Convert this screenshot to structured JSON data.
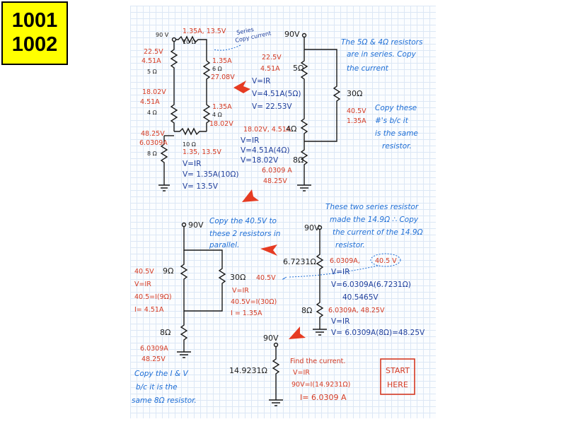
{
  "badge": {
    "line1": "1001",
    "line2": "1002"
  },
  "colors": {
    "badge_bg": "#ffff00",
    "red": "#d43a23",
    "blue": "#1f3f9c",
    "note": "#1f6fd6",
    "arrow": "#e63b22"
  },
  "c1": {
    "src": "90 V",
    "top": {
      "r": "10 Ω",
      "val": "1.35A, 13.5V"
    },
    "bot": {
      "r": "10 Ω",
      "val": "1.35, 13.5V"
    },
    "left": [
      {
        "r": "5 Ω",
        "v": "22.5V",
        "i": "4.51A"
      },
      {
        "r": "4 Ω",
        "v": "18.02V",
        "i": "4.51A"
      },
      {
        "r": "8 Ω",
        "v": "48.25V",
        "i": "6.0309A"
      }
    ],
    "right": [
      {
        "r": "6 Ω",
        "i": "1.35A",
        "v": "27.08V"
      },
      {
        "r": "4 Ω",
        "i": "1.35A",
        "v": "18.02V"
      }
    ],
    "note": [
      "Series",
      "Copy current"
    ],
    "calc": [
      "V=IR",
      "V= 1.35A(10Ω)",
      "V= 13.5V"
    ]
  },
  "c2": {
    "src": "90V",
    "r1": {
      "r": "5Ω",
      "v": "22.5V",
      "i": "4.51A",
      "calc": [
        "V=IR",
        "V=4.51A(5Ω)",
        "V= 22.53V"
      ]
    },
    "r2": {
      "r": "4Ω",
      "vi": "18.02V, 4.51A",
      "calc": [
        "V=IR",
        "V=4.51A(4Ω)",
        "V=18.02V"
      ]
    },
    "r3": {
      "r": "8Ω",
      "i": "6.0309 A",
      "v": "48.25V"
    },
    "r30": {
      "r": "30Ω",
      "v": "40.5V",
      "i": "1.35A"
    },
    "note1": [
      "The 5Ω & 4Ω resistors",
      "are in series. Copy",
      "the current"
    ],
    "note2": [
      "Copy these",
      "#'s b/c it",
      "is the same",
      "resistor."
    ]
  },
  "c3": {
    "src": "90V",
    "r9": {
      "r": "9Ω",
      "v": "40.5V",
      "calc": [
        "V=IR",
        "40.5=I(9Ω)",
        "I= 4.51A"
      ]
    },
    "r30": {
      "r": "30Ω",
      "v": "40.5V",
      "calc": [
        "V=IR",
        "40.5V=I(30Ω)",
        "I = 1.35A"
      ]
    },
    "r8": {
      "r": "8Ω",
      "i": "6.0309A",
      "v": "48.25V"
    },
    "note1": [
      "Copy the 40.5V to",
      "these 2 resistors in",
      "parallel."
    ],
    "note2": [
      "Copy the I & V",
      "b/c it is the",
      "same 8Ω resistor."
    ]
  },
  "c4": {
    "src": "90V",
    "r1": {
      "r": "6.7231Ω",
      "i": "6.0309A,",
      "v": "40.5 V",
      "calc": [
        "V=IR",
        "V=6.0309A(6.7231Ω)",
        "40.5465V"
      ]
    },
    "r2": {
      "r": "8Ω",
      "vi": "6.0309A, 48.25V",
      "calc": [
        "V=IR",
        "V= 6.0309A(8Ω)=48.25V"
      ]
    },
    "note": [
      "These two series resistor",
      "made the 14.9Ω ∴ Copy",
      "the current of the 14.9Ω",
      "resistor."
    ]
  },
  "c5": {
    "src": "90V",
    "r": "14.9231Ω",
    "calc": [
      "Find the current.",
      "V=IR",
      "90V=I(14.9231Ω)",
      "I= 6.0309 A"
    ],
    "start": [
      "START",
      "HERE"
    ]
  }
}
